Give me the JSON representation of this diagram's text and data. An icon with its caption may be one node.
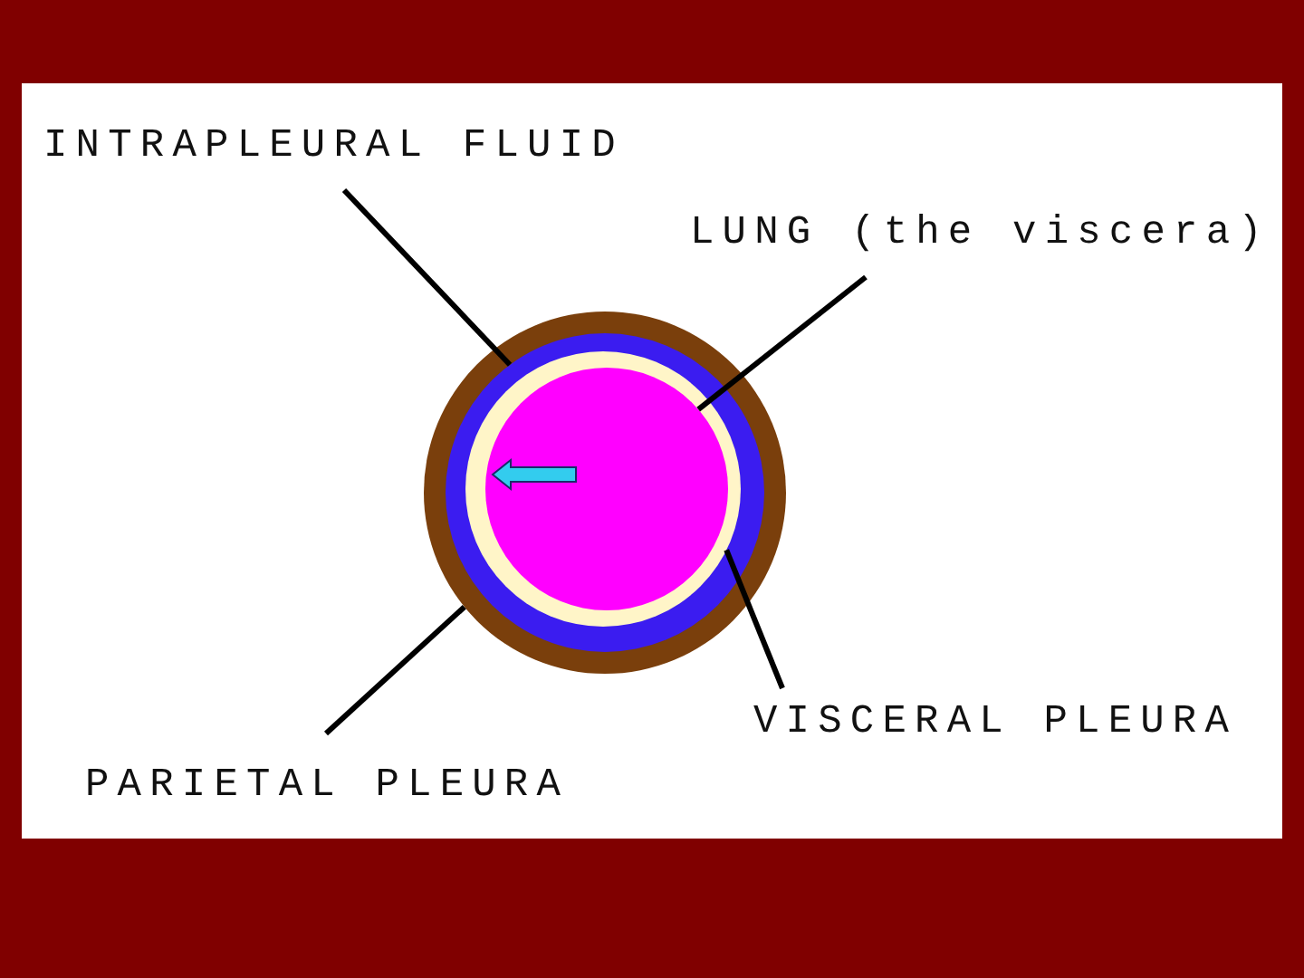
{
  "diagram": {
    "nodes": [
      {
        "text": [
          "INTRAPLEURAL FLUID"
        ]
      },
      {
        "text": [
          "LUNG (the viscera)"
        ]
      },
      {
        "text": [],
        "shape": "circle"
      },
      {
        "text": [],
        "shape": "circle",
        "in": 2
      },
      {
        "text": [],
        "shape": "circle",
        "in": 3
      },
      {
        "text": [],
        "shape": "circle",
        "in": 4
      },
      {
        "text": [
          "VISCERAL PLEURA"
        ]
      },
      {
        "text": [
          "PARIETAL PLEURA"
        ]
      }
    ],
    "edges": [
      {
        "from": 0,
        "to": 3,
        "arrow": "none"
      },
      {
        "from": 1,
        "to": 5,
        "arrow": "none"
      },
      {
        "from": 6,
        "to": 4,
        "arrow": "none"
      },
      {
        "from": 7,
        "to": 2,
        "arrow": "none"
      }
    ]
  }
}
